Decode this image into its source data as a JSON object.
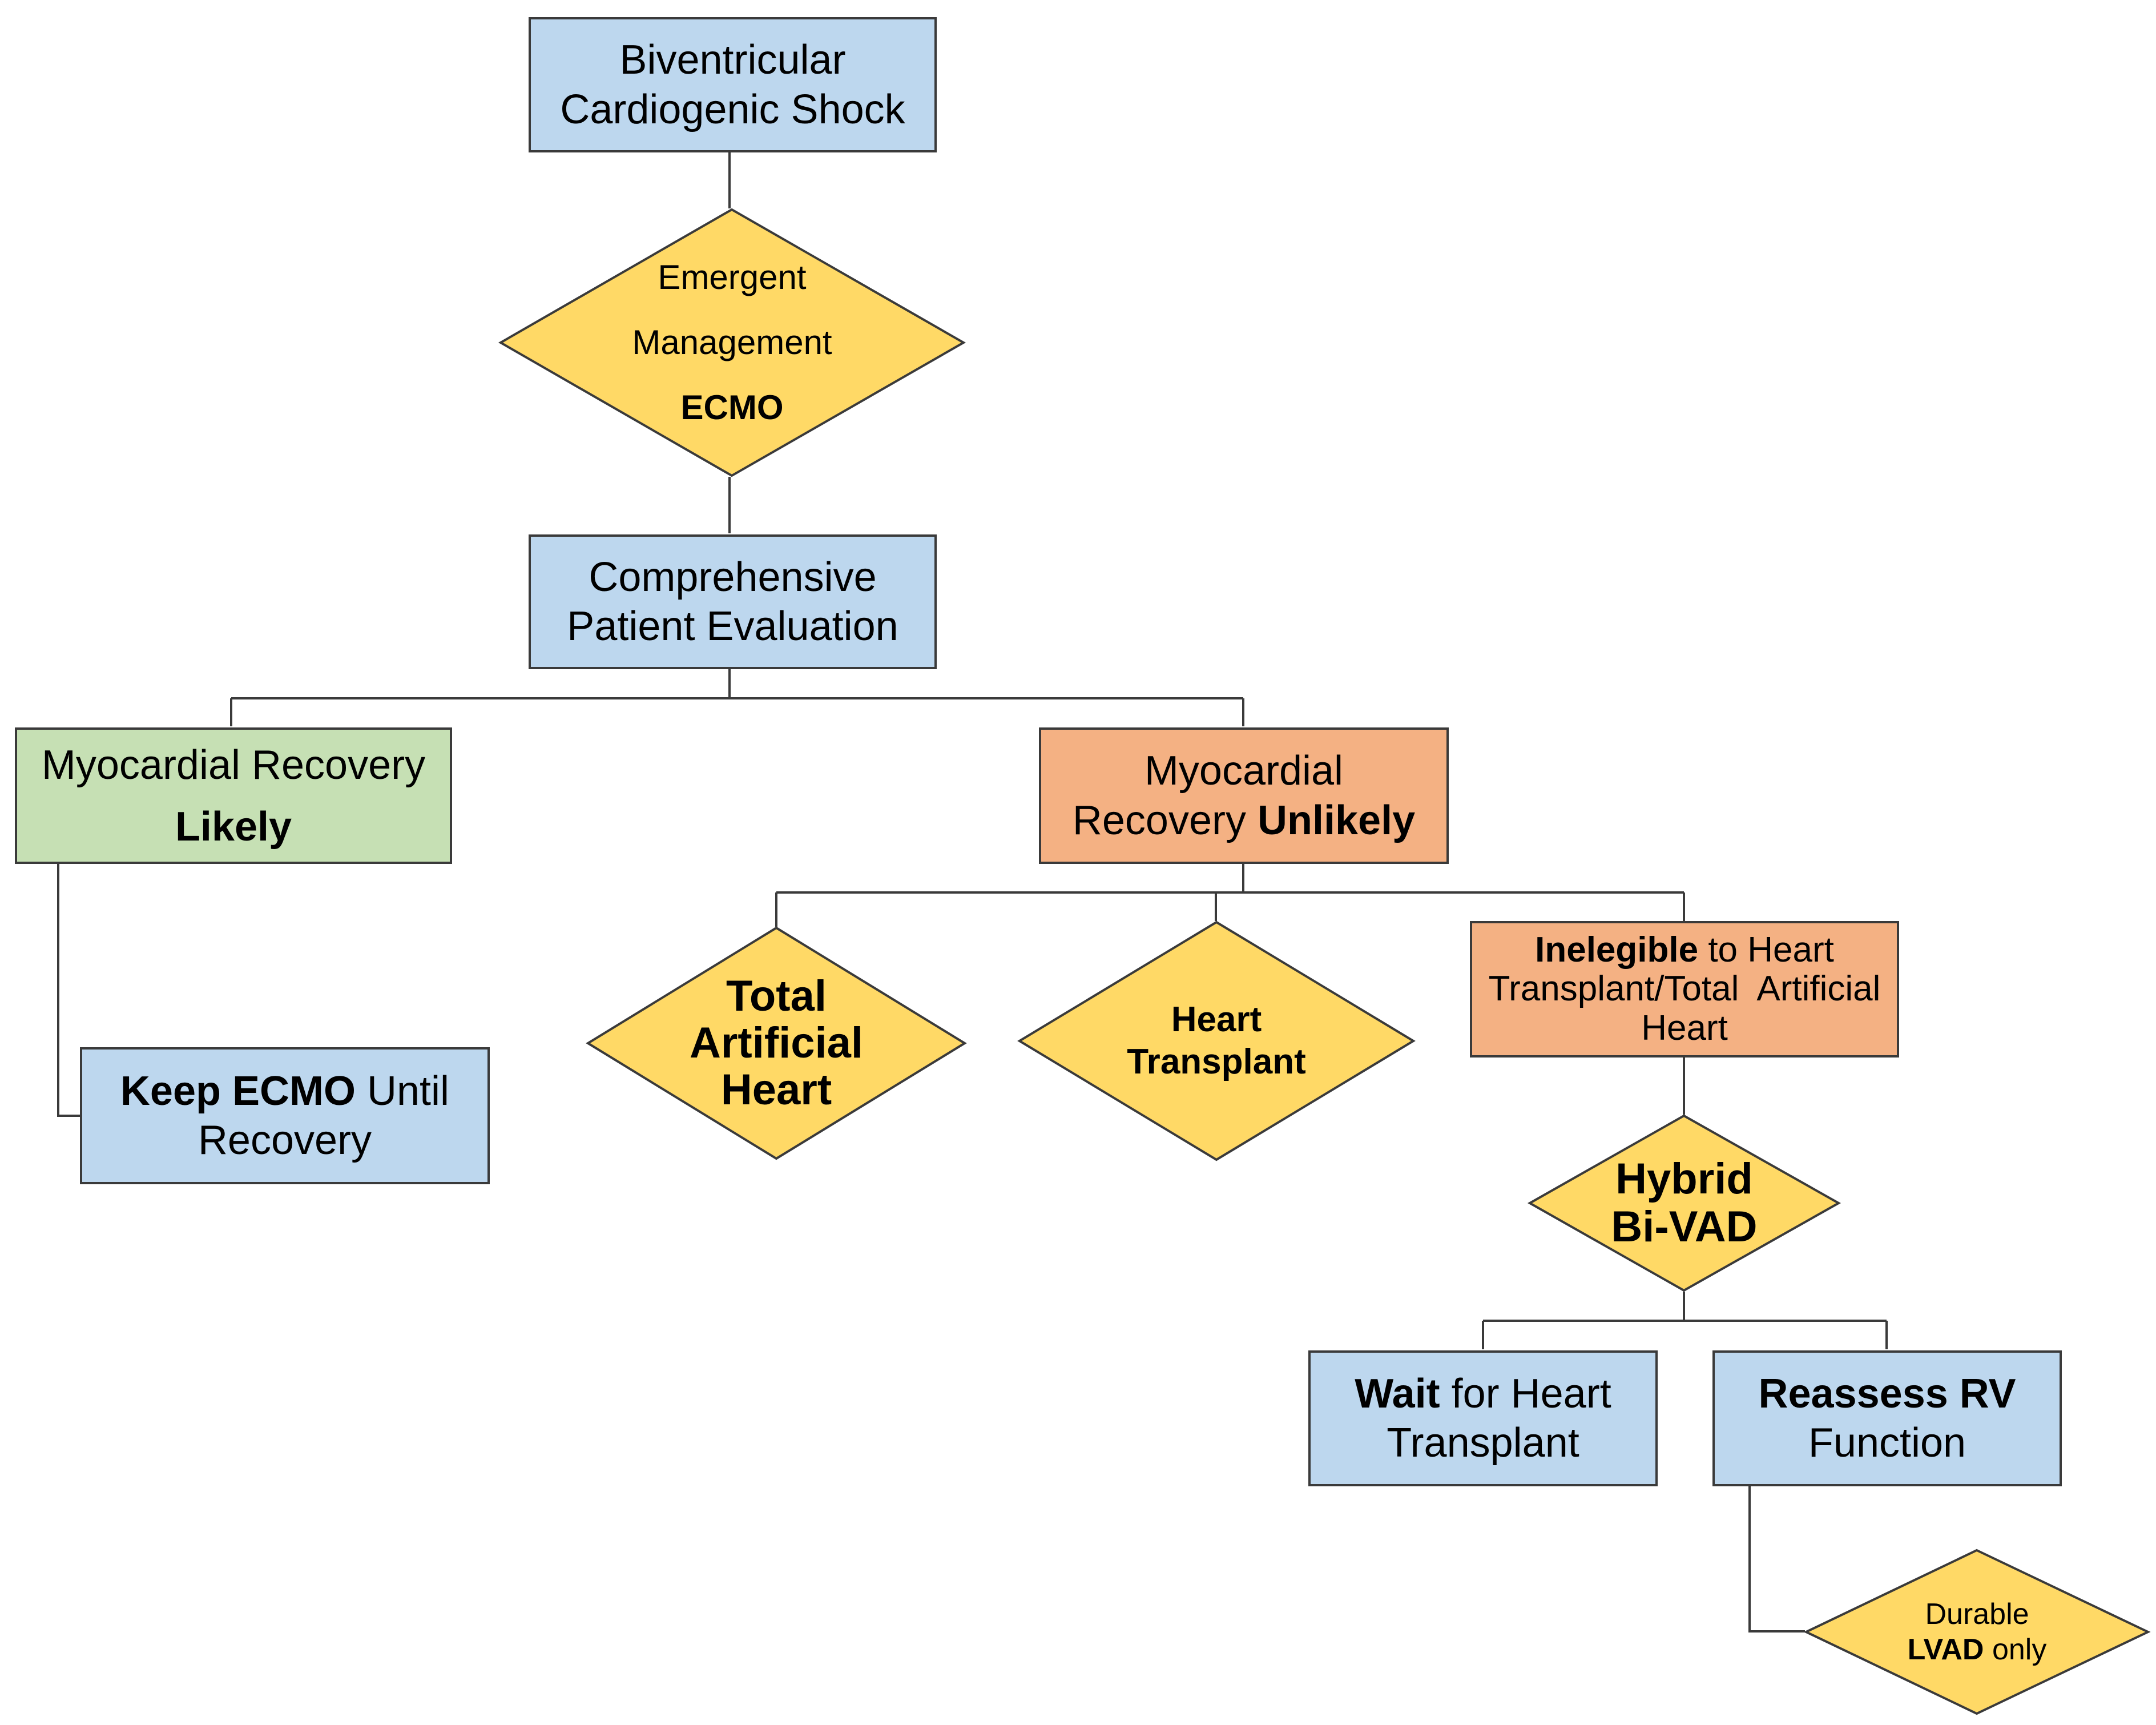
{
  "nodes": {
    "shock": {
      "line1": "Biventricular",
      "line2": "Cardiogenic Shock"
    },
    "emergent": {
      "line1": "Emergent",
      "line2": "Management",
      "line3": "ECMO"
    },
    "evaluation": {
      "line1": "Comprehensive",
      "line2": "Patient Evaluation"
    },
    "recovery_likely": {
      "line1": "Myocardial Recovery",
      "line2": "Likely"
    },
    "recovery_unlikely": {
      "line1": "Myocardial",
      "line2_plain": "Recovery",
      "line2_bold": "Unlikely"
    },
    "keep_ecmo": {
      "bold1": "Keep",
      "bold2": "ECMO",
      "plain": "Until",
      "line2": "Recovery"
    },
    "total_artificial_heart": {
      "line1": "Total",
      "line2": "Artificial",
      "line3": "Heart"
    },
    "heart_transplant": {
      "line1": "Heart",
      "line2": "Transplant"
    },
    "ineligible": {
      "bold": "Inelegible",
      "plain": "to Heart",
      "line2": "Transplant/Total  Artificial",
      "line3": "Heart"
    },
    "hybrid": {
      "line1": "Hybrid",
      "line2": "Bi-VAD"
    },
    "wait": {
      "bold": "Wait",
      "plain": "for Heart",
      "line2": "Transplant"
    },
    "reassess": {
      "bold1": "Reassess",
      "bold2": "RV",
      "line2": "Function"
    },
    "durable": {
      "line1": "Durable",
      "bold": "LVAD",
      "plain": "only"
    }
  },
  "colors": {
    "blue_box": "#bdd7ee",
    "green_box": "#c6e0b4",
    "orange_box": "#f4b183",
    "decision_diamond": "#ffd966",
    "connector": "#3a3a3a"
  }
}
